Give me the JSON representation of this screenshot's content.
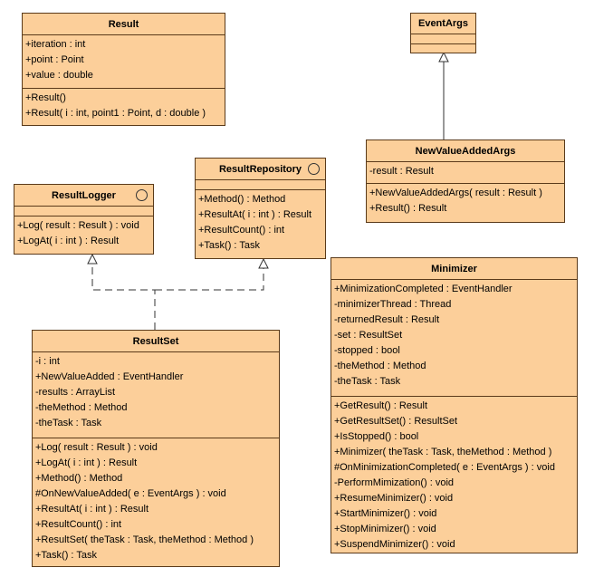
{
  "classes": {
    "result": {
      "name": "Result",
      "attributes": [
        "+iteration : int",
        "+point : Point",
        "+value : double"
      ],
      "operations": [
        "+Result()",
        "+Result( i : int, point1 : Point, d : double )"
      ]
    },
    "event_args": {
      "name": "EventArgs",
      "attributes": [],
      "operations": []
    },
    "new_value_added_args": {
      "name": "NewValueAddedArgs",
      "attributes": [
        "-result : Result"
      ],
      "operations": [
        "+NewValueAddedArgs( result : Result )",
        "+Result() : Result"
      ]
    },
    "result_logger": {
      "name": "ResultLogger",
      "attributes": [],
      "operations": [
        "+Log( result : Result ) : void",
        "+LogAt( i : int ) : Result"
      ]
    },
    "result_repository": {
      "name": "ResultRepository",
      "attributes": [],
      "operations": [
        "+Method() : Method",
        "+ResultAt( i : int ) : Result",
        "+ResultCount() : int",
        "+Task() : Task"
      ]
    },
    "minimizer": {
      "name": "Minimizer",
      "attributes": [
        "+MinimizationCompleted : EventHandler",
        "-minimizerThread : Thread",
        "-returnedResult : Result",
        "-set : ResultSet",
        "-stopped : bool",
        "-theMethod : Method",
        "-theTask : Task"
      ],
      "operations": [
        "+GetResult() : Result",
        "+GetResultSet() : ResultSet",
        "+IsStopped() : bool",
        "+Minimizer( theTask : Task, theMethod : Method )",
        "#OnMinimizationCompleted( e : EventArgs ) : void",
        "-PerformMimization() : void",
        "+ResumeMinimizer() : void",
        "+StartMinimizer() : void",
        "+StopMinimizer() : void",
        "+SuspendMinimizer() : void"
      ]
    },
    "result_set": {
      "name": "ResultSet",
      "attributes": [
        "-i : int",
        "+NewValueAdded : EventHandler",
        "-results : ArrayList",
        "-theMethod : Method",
        "-theTask : Task"
      ],
      "operations": [
        "+Log( result : Result ) : void",
        "+LogAt( i : int ) : Result",
        "+Method() : Method",
        "#OnNewValueAdded( e : EventArgs ) : void",
        "+ResultAt( i : int ) : Result",
        "+ResultCount() : int",
        "+ResultSet( theTask : Task, theMethod : Method )",
        "+Task() : Task"
      ]
    }
  },
  "relations": [
    {
      "kind": "generalization",
      "from": "NewValueAddedArgs",
      "to": "EventArgs"
    },
    {
      "kind": "realization",
      "from": "ResultSet",
      "to": "ResultLogger"
    },
    {
      "kind": "realization",
      "from": "ResultSet",
      "to": "ResultRepository"
    }
  ],
  "colors": {
    "class_fill": "#fccf9a",
    "class_border": "#5a3a1a",
    "line": "#333333"
  }
}
